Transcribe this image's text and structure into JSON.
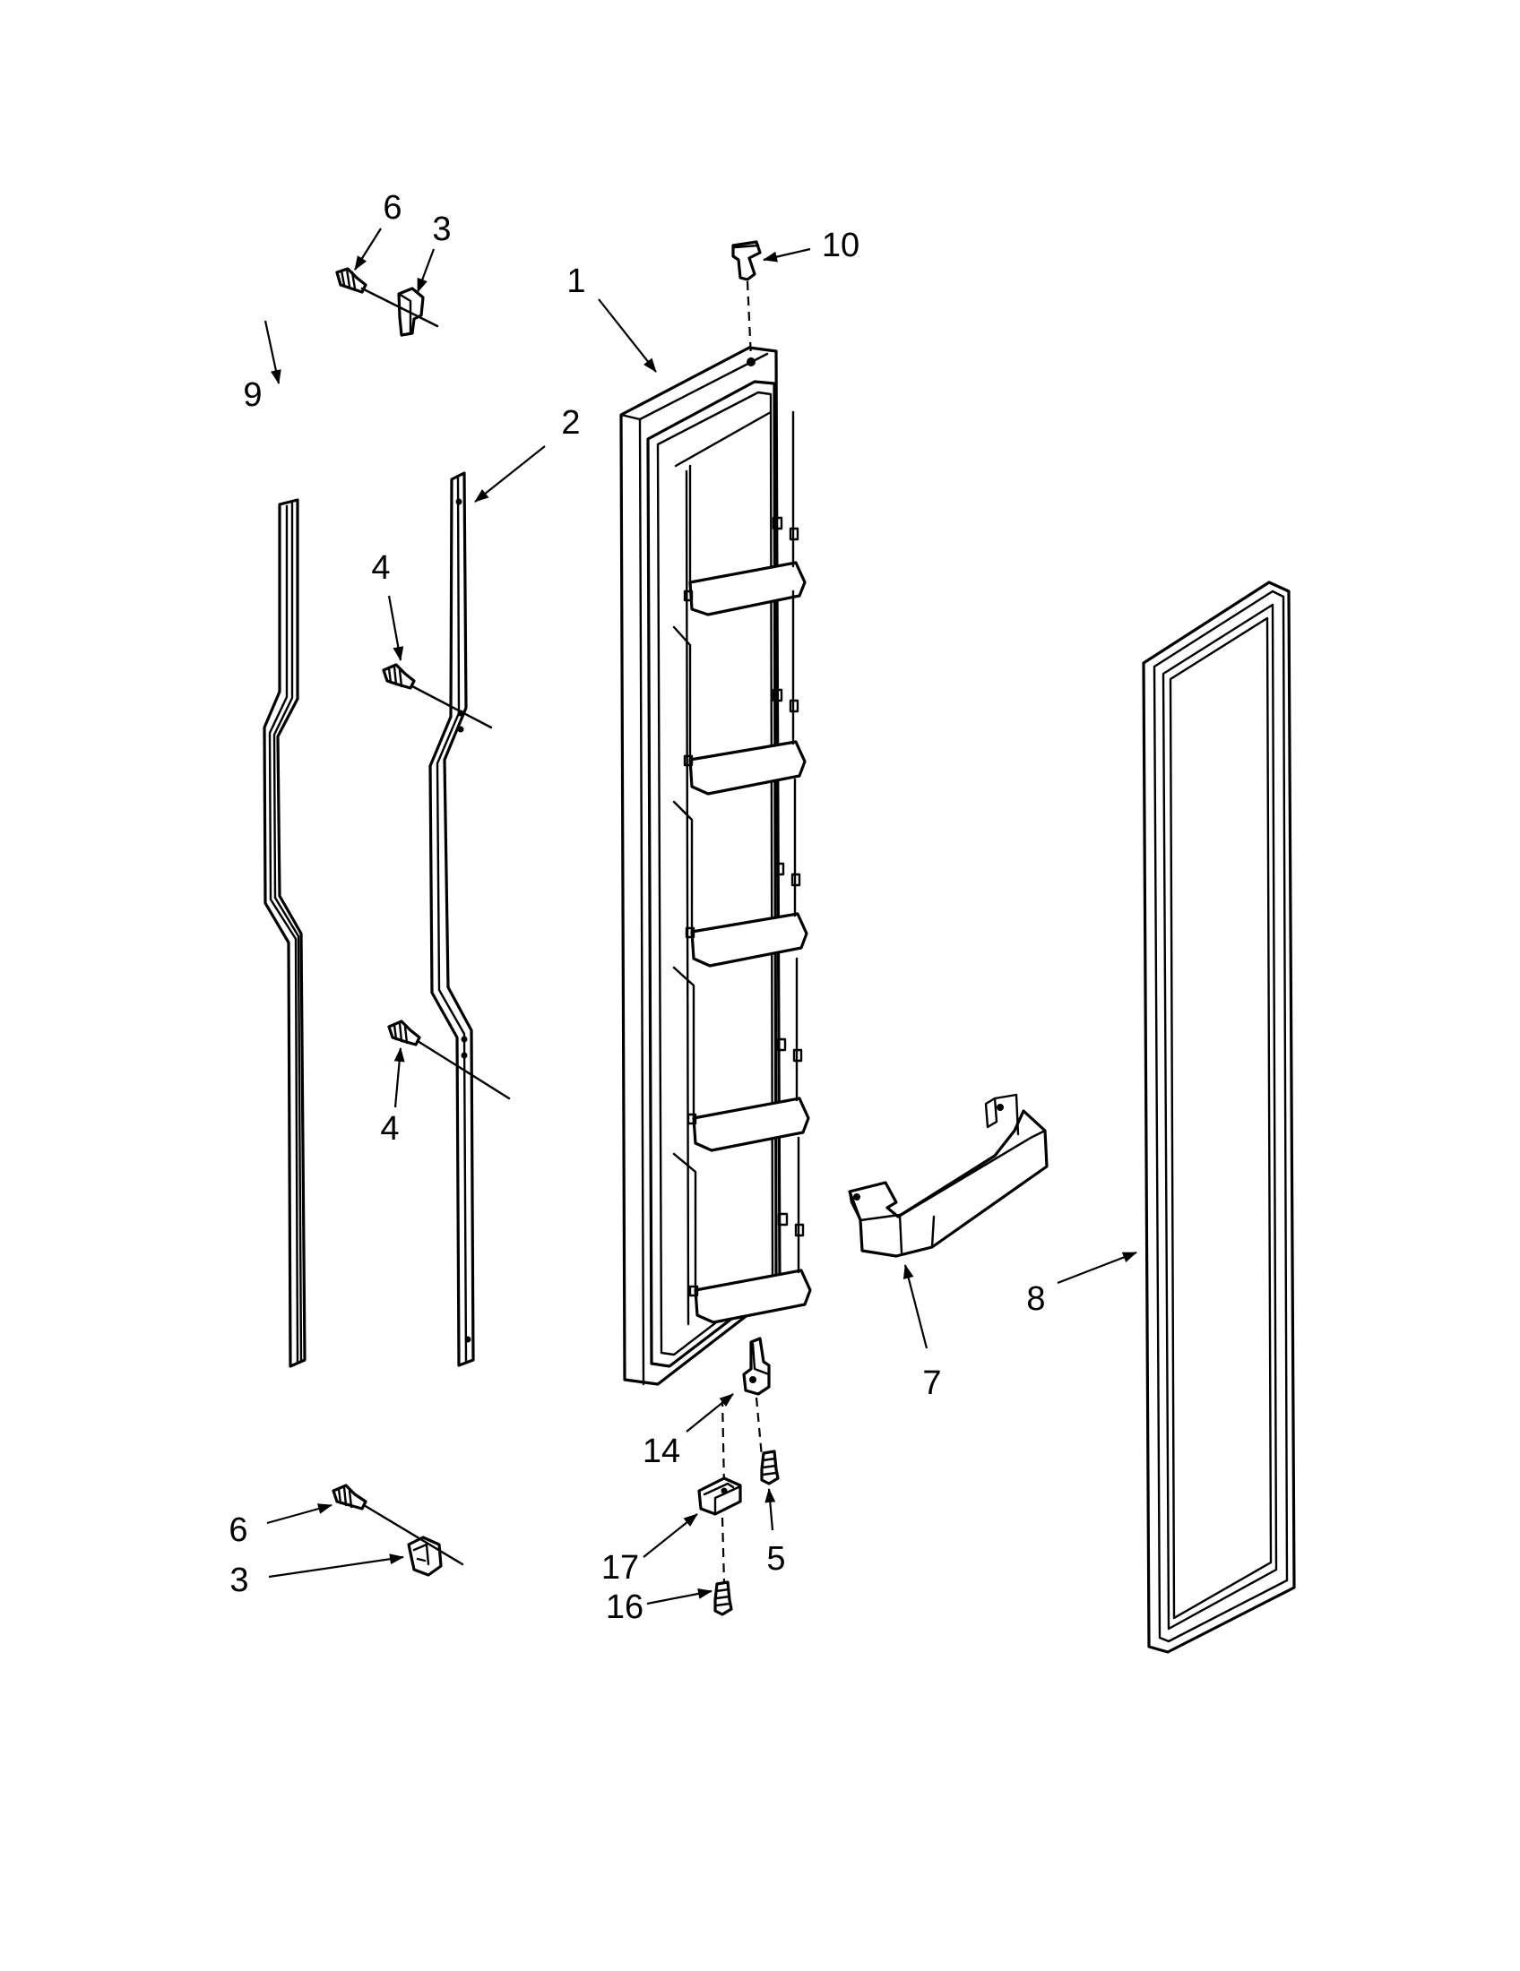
{
  "callouts": {
    "c1": "1",
    "c2": "2",
    "c3_top": "3",
    "c3_bottom": "3",
    "c4_upper": "4",
    "c4_lower": "4",
    "c5": "5",
    "c6_top": "6",
    "c6_bottom": "6",
    "c7": "7",
    "c8": "8",
    "c9": "9",
    "c10": "10",
    "c14": "14",
    "c16": "16",
    "c17": "17"
  }
}
